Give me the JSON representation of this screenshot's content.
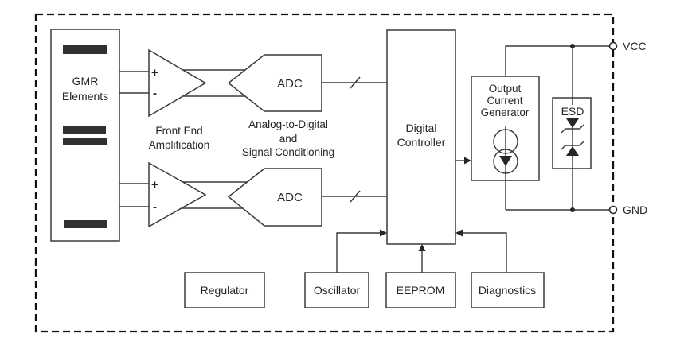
{
  "diagram": {
    "gmr": {
      "l1": "GMR",
      "l2": "Elements"
    },
    "front_end": {
      "l1": "Front End",
      "l2": "Amplification"
    },
    "amp_top": {
      "plus": "+",
      "minus": "-"
    },
    "amp_bottom": {
      "plus": "+",
      "minus": "-"
    },
    "adc_top_label": "ADC",
    "adc_bottom_label": "ADC",
    "adc_caption": {
      "l1": "Analog-to-Digital",
      "l2": "and",
      "l3": "Signal Conditioning"
    },
    "controller": {
      "l1": "Digital",
      "l2": "Controller"
    },
    "ocg": {
      "l1": "Output",
      "l2": "Current",
      "l3": "Generator"
    },
    "esd_label": "ESD",
    "bottom_blocks": {
      "regulator": "Regulator",
      "oscillator": "Oscillator",
      "eeprom": "EEPROM",
      "diagnostics": "Diagnostics"
    },
    "pins": {
      "vcc": "VCC",
      "gnd": "GND"
    },
    "colors": {
      "line": "#3a3a3a",
      "text": "#262626",
      "background": "#ffffff"
    }
  }
}
